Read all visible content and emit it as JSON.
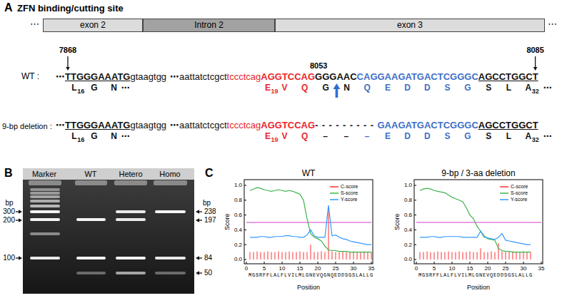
{
  "diagram": {
    "nodes": [
      {
        "text": [
          "exon 2"
        ]
      },
      {
        "text": [
          "Intron 2"
        ]
      },
      {
        "text": [
          "exon 3"
        ]
      }
    ],
    "labels": [
      "A",
      "ZFN binding/cutting site",
      "⋯",
      "⋯",
      "7868",
      "8053",
      "8085",
      "WT :",
      "⋯",
      "TTGGGAAATG",
      "gtaagtgg",
      "⋯",
      "aattatctcgct",
      "tccctcag",
      "AGGTCCAG",
      "GGGAAC",
      "CAGGAAGATGACTCGGGC",
      "AGCCTGGCT",
      "L",
      "16",
      "G",
      "N",
      "⋯",
      "E",
      "19",
      "V",
      "Q",
      "G",
      "N",
      "Q",
      "E",
      "D",
      "D",
      "S",
      "G",
      "S",
      "L",
      "A",
      "32",
      "⋯",
      "9-bp deletion :",
      "⋯",
      "TTGGGAAATG",
      "gtaagtgg",
      "⋯",
      "aattatctcgct",
      "tccctcag",
      "AGGTCCAG",
      "---------",
      "GAAGATGACTCGGGC",
      "AGCCTGGCT",
      "L",
      "16",
      "G",
      "N",
      "⋯",
      "E",
      "19",
      "V",
      "Q",
      "–",
      "–",
      "–",
      "E",
      "D",
      "D",
      "S",
      "G",
      "S",
      "L",
      "A",
      "32",
      "⋯",
      "B",
      "Marker",
      "WT",
      "Hetero",
      "Homo",
      "bp",
      "300",
      "200",
      "100",
      "bp",
      "238",
      "197",
      "84",
      "50",
      "C",
      "WT",
      "Score",
      "0.0",
      "0.2",
      "0.4",
      "0.6",
      "0.8",
      "1.0",
      "0",
      "5",
      "10",
      "15",
      "20",
      "25",
      "30",
      "35",
      "MGSRFFLALFLVILMLGNEVQGNQEDDSGSLALLG",
      "Position",
      "9-bp / 3-aa deletion",
      "Score",
      "0.0",
      "0.2",
      "0.4",
      "0.6",
      "0.8",
      "1.0",
      "0",
      "5",
      "10",
      "15",
      "20",
      "25",
      "30",
      "35",
      "MGSRFFLALFLVILMLGNEVQEDDSGSLALLG",
      "Position"
    ],
    "legend": [
      {
        "text": "C-score"
      },
      {
        "text": "S-score"
      },
      {
        "text": "Y-score"
      },
      {
        "text": "C-score"
      },
      {
        "text": "S-score"
      },
      {
        "text": "Y-score"
      }
    ]
  }
}
